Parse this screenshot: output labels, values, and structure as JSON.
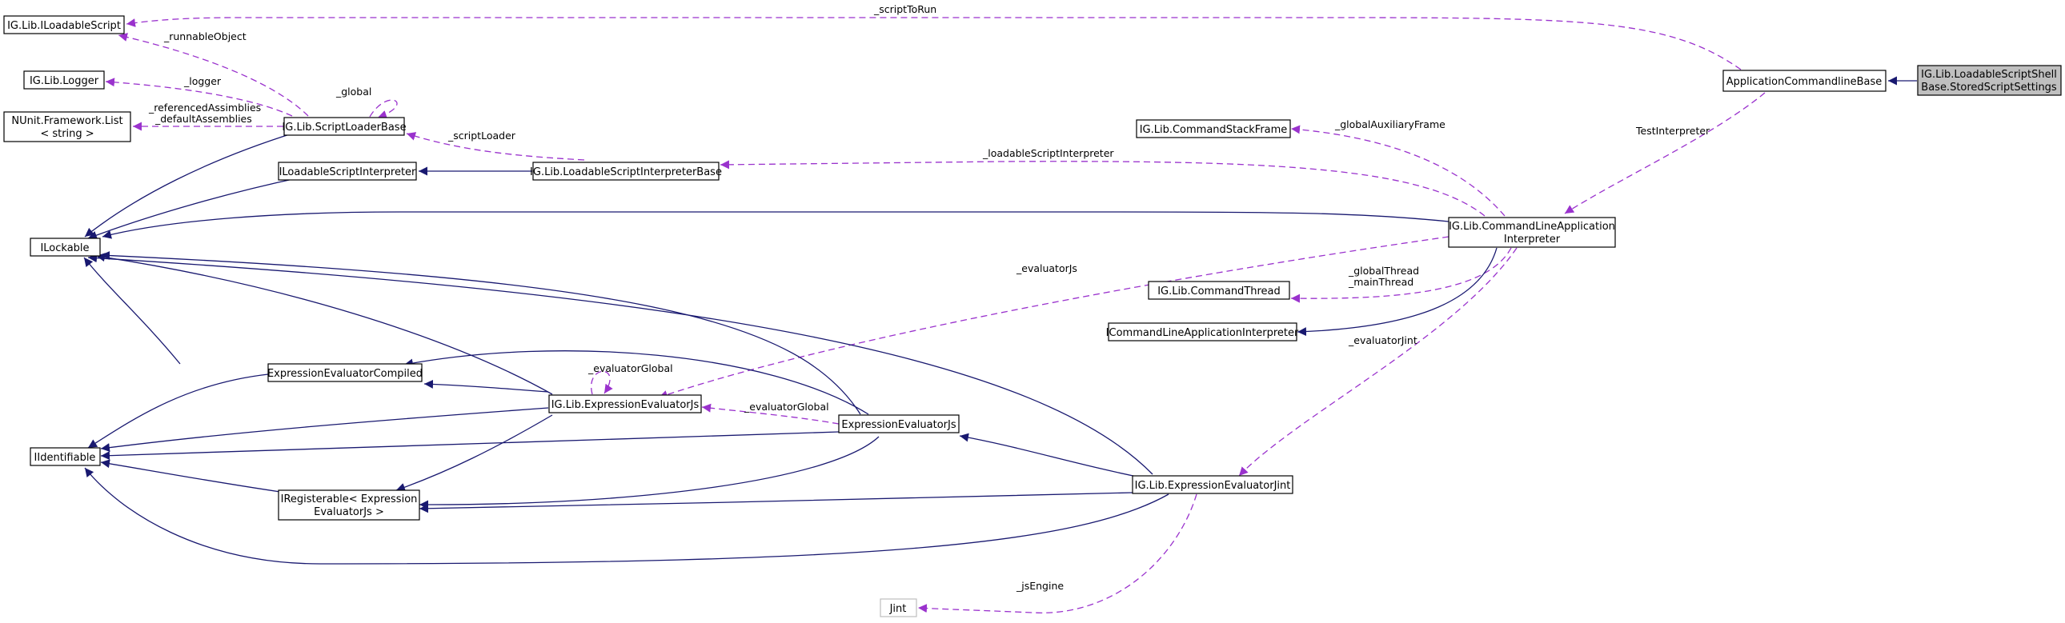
{
  "colors": {
    "inheritance": "#191970",
    "usage": "#9a32cd",
    "focus_fill": "#bfbfbf"
  },
  "nodes": [
    {
      "id": "iloadablescript",
      "lines": [
        "IG.Lib.ILoadableScript"
      ]
    },
    {
      "id": "logger",
      "lines": [
        "IG.Lib.Logger"
      ]
    },
    {
      "id": "nunit-list",
      "lines": [
        "NUnit.Framework.List",
        "< string >"
      ]
    },
    {
      "id": "scriptloaderbase",
      "lines": [
        "IG.Lib.ScriptLoaderBase"
      ]
    },
    {
      "id": "iloadablescriptinterpreter",
      "lines": [
        "ILoadableScriptInterpreter"
      ]
    },
    {
      "id": "loadablescriptinterpreterbase",
      "lines": [
        "IG.Lib.LoadableScriptInterpreterBase"
      ]
    },
    {
      "id": "ilockable",
      "lines": [
        "ILockable"
      ]
    },
    {
      "id": "expressionevaluatorcompiled",
      "lines": [
        "ExpressionEvaluatorCompiled"
      ]
    },
    {
      "id": "ig-expressionevaluatorjs",
      "lines": [
        "IG.Lib.ExpressionEvaluatorJs"
      ]
    },
    {
      "id": "iidentifiable",
      "lines": [
        "IIdentifiable"
      ]
    },
    {
      "id": "iregisterable",
      "lines": [
        "IRegisterable< Expression",
        "EvaluatorJs >"
      ]
    },
    {
      "id": "expressionevaluatorjs",
      "lines": [
        "ExpressionEvaluatorJs"
      ]
    },
    {
      "id": "expressionevaluatorjint",
      "lines": [
        "IG.Lib.ExpressionEvaluatorJint"
      ]
    },
    {
      "id": "jint",
      "lines": [
        "Jint"
      ]
    },
    {
      "id": "commandstackframe",
      "lines": [
        "IG.Lib.CommandStackFrame"
      ]
    },
    {
      "id": "commandthread",
      "lines": [
        "IG.Lib.CommandThread"
      ]
    },
    {
      "id": "icommandlineapplicationinterpreter",
      "lines": [
        "ICommandLineApplicationInterpreter"
      ]
    },
    {
      "id": "commandlineapplicationinterpreter",
      "lines": [
        "IG.Lib.CommandLineApplication",
        "Interpreter"
      ]
    },
    {
      "id": "applicationcommandlinebase",
      "lines": [
        "ApplicationCommandlineBase"
      ]
    },
    {
      "id": "storedscriptsettings",
      "lines": [
        "IG.Lib.LoadableScriptShell",
        "Base.StoredScriptSettings"
      ]
    }
  ],
  "edges": [
    {
      "id": "e-acb-ssf",
      "kind": "inherit",
      "label": []
    },
    {
      "id": "e-sto-acb",
      "kind": "usage",
      "label": [
        "_scriptToRun"
      ]
    },
    {
      "id": "e-ti-acb",
      "kind": "usage",
      "label": [
        "TestInterpreter"
      ]
    },
    {
      "id": "e-runnable",
      "kind": "usage",
      "label": [
        "_runnableObject"
      ]
    },
    {
      "id": "e-logger",
      "kind": "usage",
      "label": [
        "_logger"
      ]
    },
    {
      "id": "e-global-self",
      "kind": "usage",
      "label": [
        "_global"
      ]
    },
    {
      "id": "e-assemblies",
      "kind": "usage",
      "label": [
        "_referencedAssimblies",
        "_defaultAssemblies"
      ]
    },
    {
      "id": "e-scriptloader",
      "kind": "usage",
      "label": [
        "_scriptLoader"
      ]
    },
    {
      "id": "e-lsi",
      "kind": "usage",
      "label": [
        "_loadableScriptInterpreter"
      ]
    },
    {
      "id": "e-gaf",
      "kind": "usage",
      "label": [
        "_globalAuxiliaryFrame"
      ]
    },
    {
      "id": "e-threads",
      "kind": "usage",
      "label": [
        "_globalThread",
        "_mainThread"
      ]
    },
    {
      "id": "e-evaljs",
      "kind": "usage",
      "label": [
        "_evaluatorJs"
      ]
    },
    {
      "id": "e-evaljint",
      "kind": "usage",
      "label": [
        "_evaluatorJint"
      ]
    },
    {
      "id": "e-evalglobal-self",
      "kind": "usage",
      "label": [
        "_evaluatorGlobal"
      ]
    },
    {
      "id": "e-evalglobal",
      "kind": "usage",
      "label": [
        "_evaluatorGlobal"
      ]
    },
    {
      "id": "e-jsengine",
      "kind": "usage",
      "label": [
        "_jsEngine"
      ]
    },
    {
      "id": "i-slb-ilock",
      "kind": "inherit",
      "label": []
    },
    {
      "id": "i-ilsi-ilock",
      "kind": "inherit",
      "label": []
    },
    {
      "id": "i-lsib-ilsi",
      "kind": "inherit",
      "label": []
    },
    {
      "id": "i-clai-ilock",
      "kind": "inherit",
      "label": []
    },
    {
      "id": "i-clai-iclai",
      "kind": "inherit",
      "label": []
    },
    {
      "id": "i-eec-ilock",
      "kind": "inherit",
      "label": []
    },
    {
      "id": "i-eec-iid",
      "kind": "inherit",
      "label": []
    },
    {
      "id": "i-igjs-ilock",
      "kind": "inherit",
      "label": []
    },
    {
      "id": "i-igjs-eec",
      "kind": "inherit",
      "label": []
    },
    {
      "id": "i-igjs-iid",
      "kind": "inherit",
      "label": []
    },
    {
      "id": "i-igjs-ireg",
      "kind": "inherit",
      "label": []
    },
    {
      "id": "i-eejs-ilock",
      "kind": "inherit",
      "label": []
    },
    {
      "id": "i-eejs-eec",
      "kind": "inherit",
      "label": []
    },
    {
      "id": "i-eejs-iid",
      "kind": "inherit",
      "label": []
    },
    {
      "id": "i-eejs-ireg",
      "kind": "inherit",
      "label": []
    },
    {
      "id": "i-ireg-iid",
      "kind": "inherit",
      "label": []
    },
    {
      "id": "i-jint-ilock",
      "kind": "inherit",
      "label": []
    },
    {
      "id": "i-jint-eejs",
      "kind": "inherit",
      "label": []
    },
    {
      "id": "i-jint-ireg",
      "kind": "inherit",
      "label": []
    },
    {
      "id": "i-jint-iid",
      "kind": "inherit",
      "label": []
    }
  ]
}
